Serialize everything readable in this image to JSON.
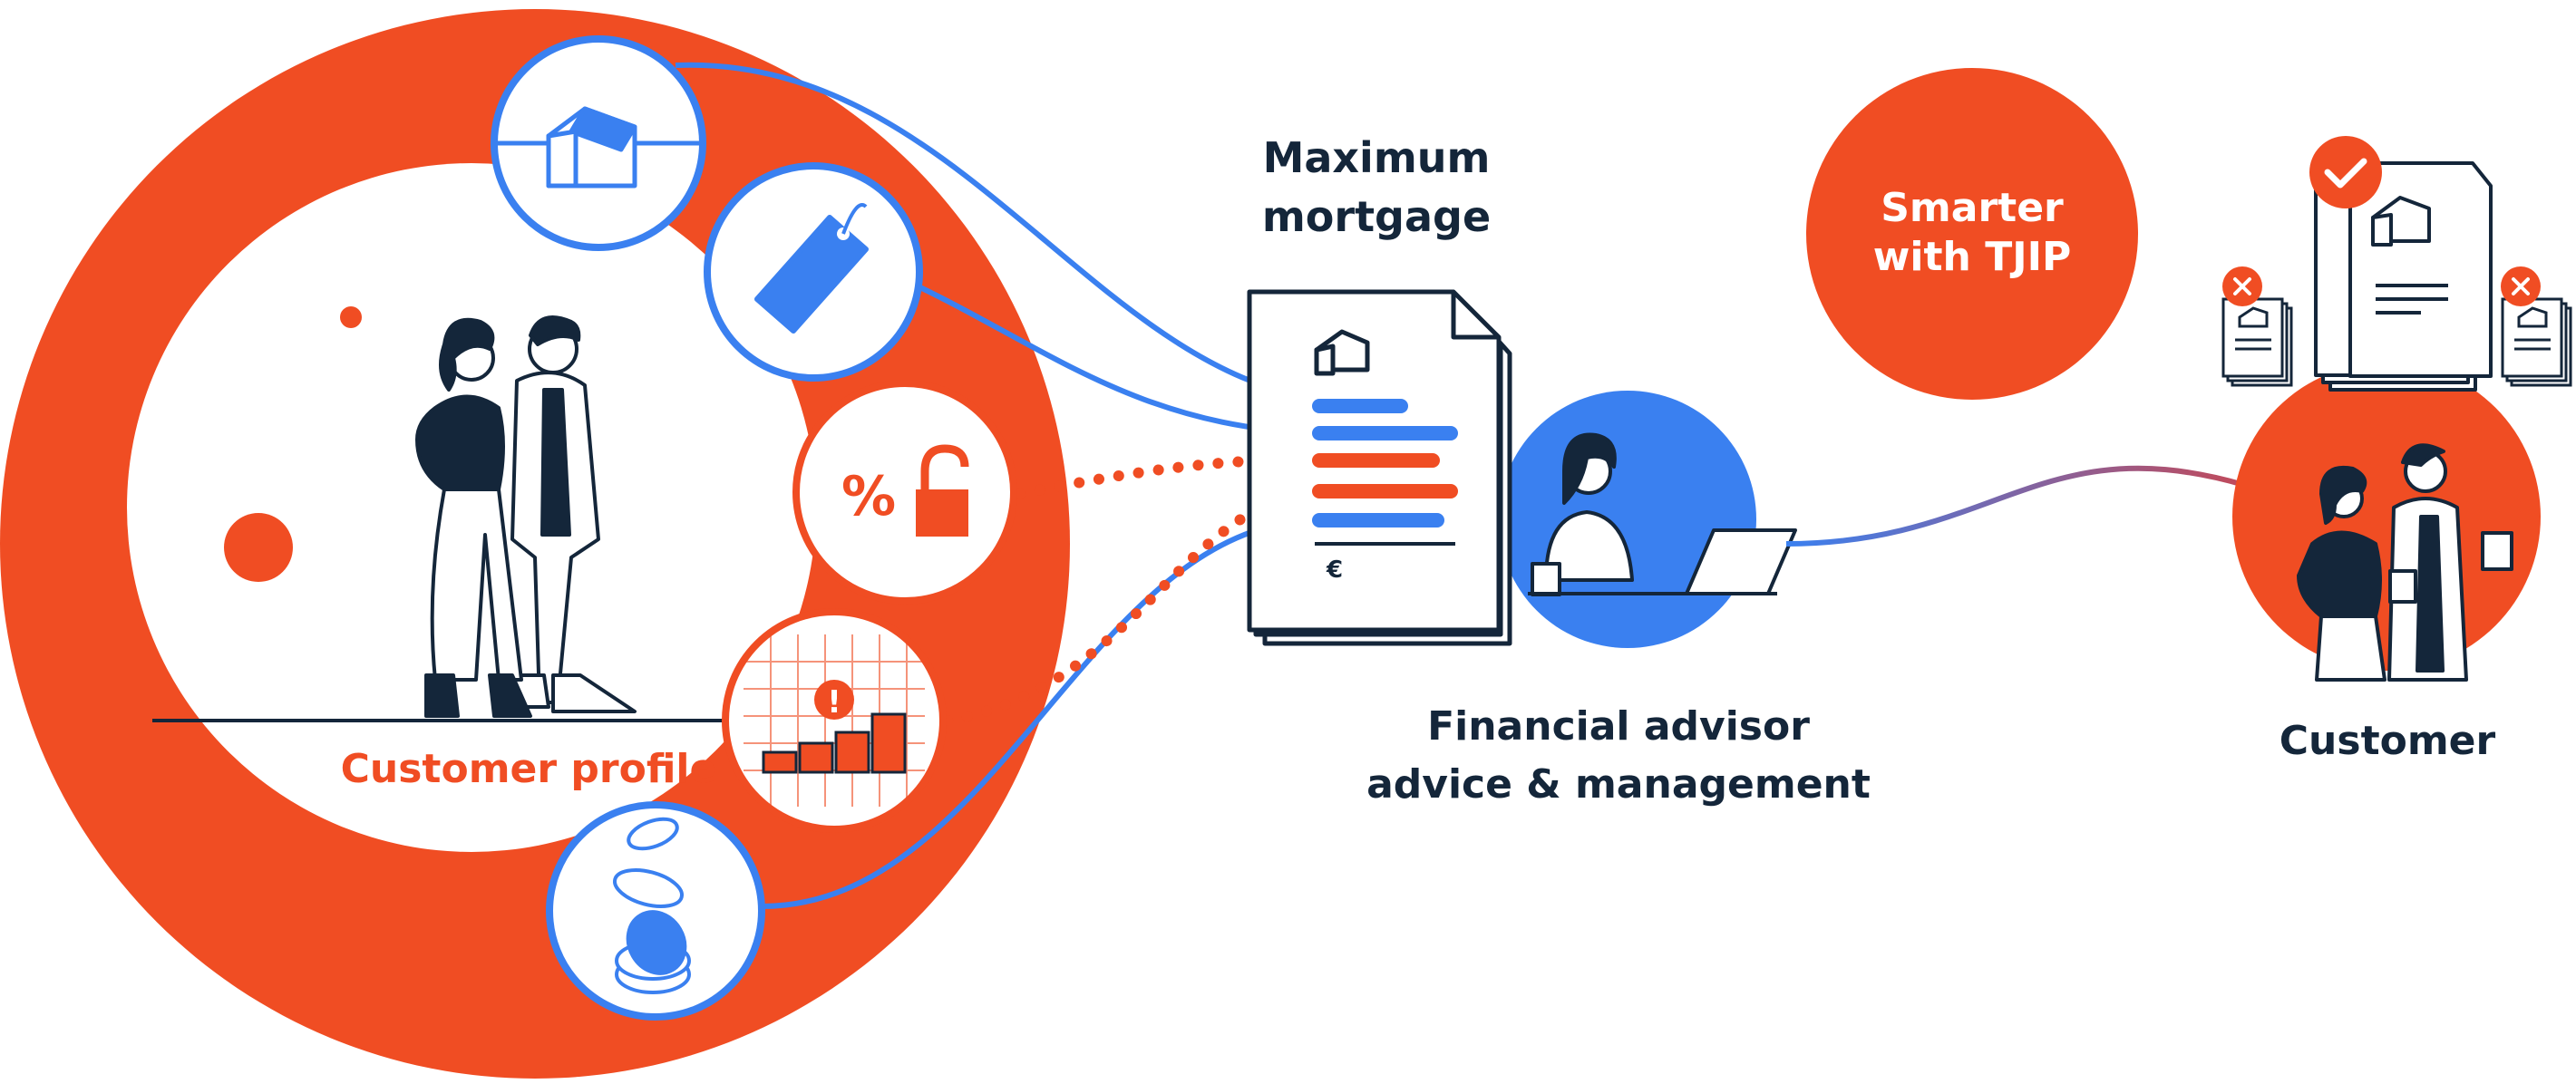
{
  "labels": {
    "customer_profile": "Customer profile",
    "max_mortgage_line1": "Maximum",
    "max_mortgage_line2": "mortgage",
    "advisor_line1": "Financial advisor",
    "advisor_line2": "advice & management",
    "smarter_line1": "Smarter",
    "smarter_line2": "with TJIP",
    "customer": "Customer",
    "doc_currency": "€"
  },
  "colors": {
    "red": "#f04d23",
    "blue": "#3a80f0",
    "navy": "#14263a",
    "white": "#ffffff"
  },
  "icons": {
    "house": "house-icon",
    "price_tag": "price-tag-icon",
    "percent_lock": "percent-lock-icon",
    "risk_chart": "risk-chart-icon",
    "coins": "coins-icon",
    "document": "mortgage-document-icon",
    "advisor": "financial-advisor-figure",
    "couple": "couple-figure",
    "approved": "check-icon",
    "rejected": "reject-icon"
  }
}
